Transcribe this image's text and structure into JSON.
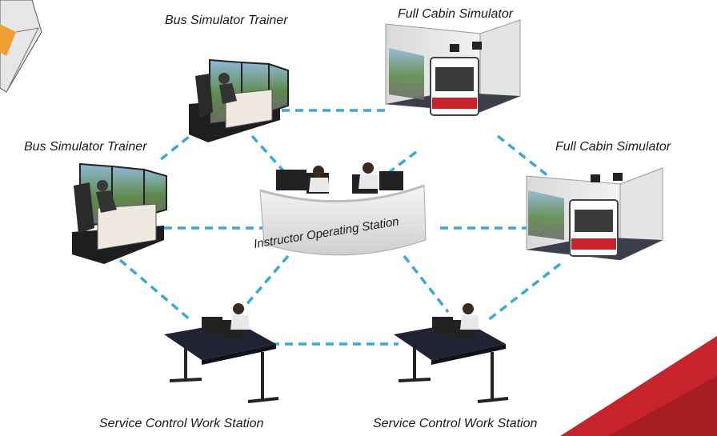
{
  "nodes": {
    "bus_trainer_top": "Bus Simulator Trainer",
    "full_cabin_top": "Full Cabin Simulator",
    "bus_trainer_left": "Bus Simulator Trainer",
    "full_cabin_right": "Full Cabin Simulator",
    "instructor_station": "Instructor Operating Station",
    "service_station_left": "Service Control Work Station",
    "service_station_right": "Service Control Work Station"
  },
  "colors": {
    "connector": "#3aa8dc",
    "accent_red": "#c8232c",
    "desk": "#1f2333",
    "console": "#e9e9e9",
    "room_floor": "#3b3f4a"
  }
}
